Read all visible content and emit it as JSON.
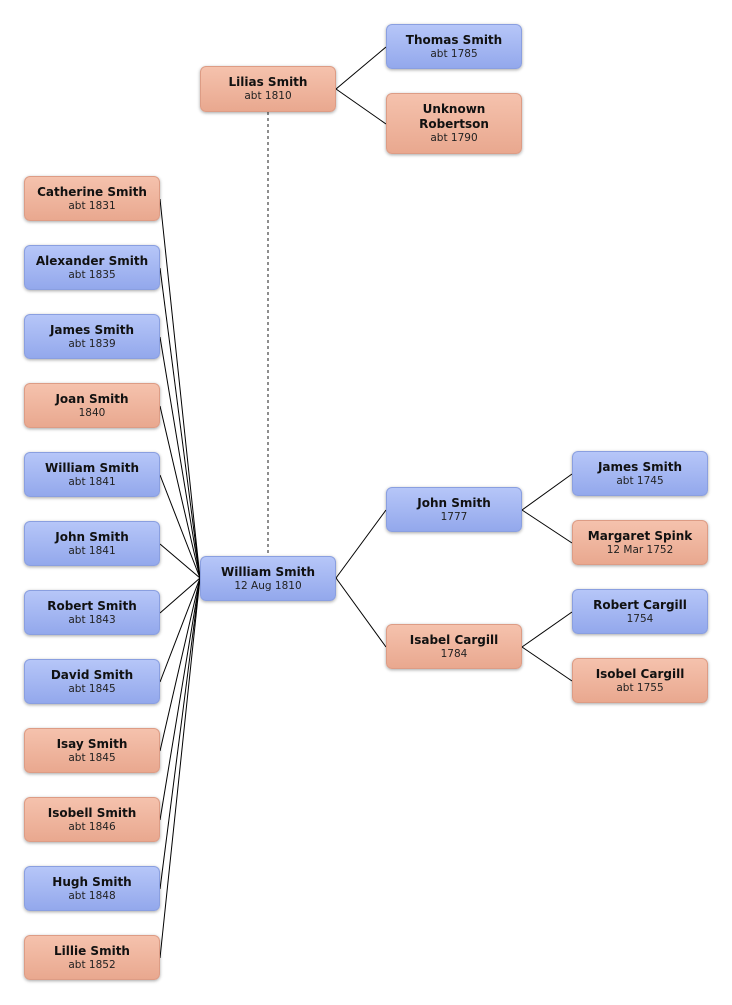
{
  "colors": {
    "male": "#9fb2f1",
    "female": "#eeb39c",
    "line": "#000000"
  },
  "root": {
    "name": "William Smith",
    "date": "12 Aug 1810",
    "gender": "male"
  },
  "spouse": {
    "name": "Lilias Smith",
    "date": "abt 1810",
    "gender": "female"
  },
  "spouse_parents": [
    {
      "name": "Thomas Smith",
      "date": "abt 1785",
      "gender": "male"
    },
    {
      "name": "Unknown Robertson",
      "date": "abt 1790",
      "gender": "female"
    }
  ],
  "parents": [
    {
      "name": "John Smith",
      "date": "1777",
      "gender": "male"
    },
    {
      "name": "Isabel Cargill",
      "date": "1784",
      "gender": "female"
    }
  ],
  "grandparents": [
    {
      "name": "James Smith",
      "date": "abt 1745",
      "gender": "male"
    },
    {
      "name": "Margaret Spink",
      "date": "12 Mar 1752",
      "gender": "female"
    },
    {
      "name": "Robert Cargill",
      "date": "1754",
      "gender": "male"
    },
    {
      "name": "Isobel Cargill",
      "date": "abt 1755",
      "gender": "female"
    }
  ],
  "children": [
    {
      "name": "Catherine Smith",
      "date": "abt 1831",
      "gender": "female"
    },
    {
      "name": "Alexander Smith",
      "date": "abt 1835",
      "gender": "male"
    },
    {
      "name": "James Smith",
      "date": "abt 1839",
      "gender": "male"
    },
    {
      "name": "Joan Smith",
      "date": "1840",
      "gender": "female"
    },
    {
      "name": "William Smith",
      "date": "abt 1841",
      "gender": "male"
    },
    {
      "name": "John Smith",
      "date": "abt 1841",
      "gender": "male"
    },
    {
      "name": "Robert Smith",
      "date": "abt 1843",
      "gender": "male"
    },
    {
      "name": "David Smith",
      "date": "abt 1845",
      "gender": "male"
    },
    {
      "name": "Isay Smith",
      "date": "abt 1845",
      "gender": "female"
    },
    {
      "name": "Isobell Smith",
      "date": "abt 1846",
      "gender": "female"
    },
    {
      "name": "Hugh Smith",
      "date": "abt 1848",
      "gender": "male"
    },
    {
      "name": "Lillie Smith",
      "date": "abt 1852",
      "gender": "female"
    }
  ]
}
